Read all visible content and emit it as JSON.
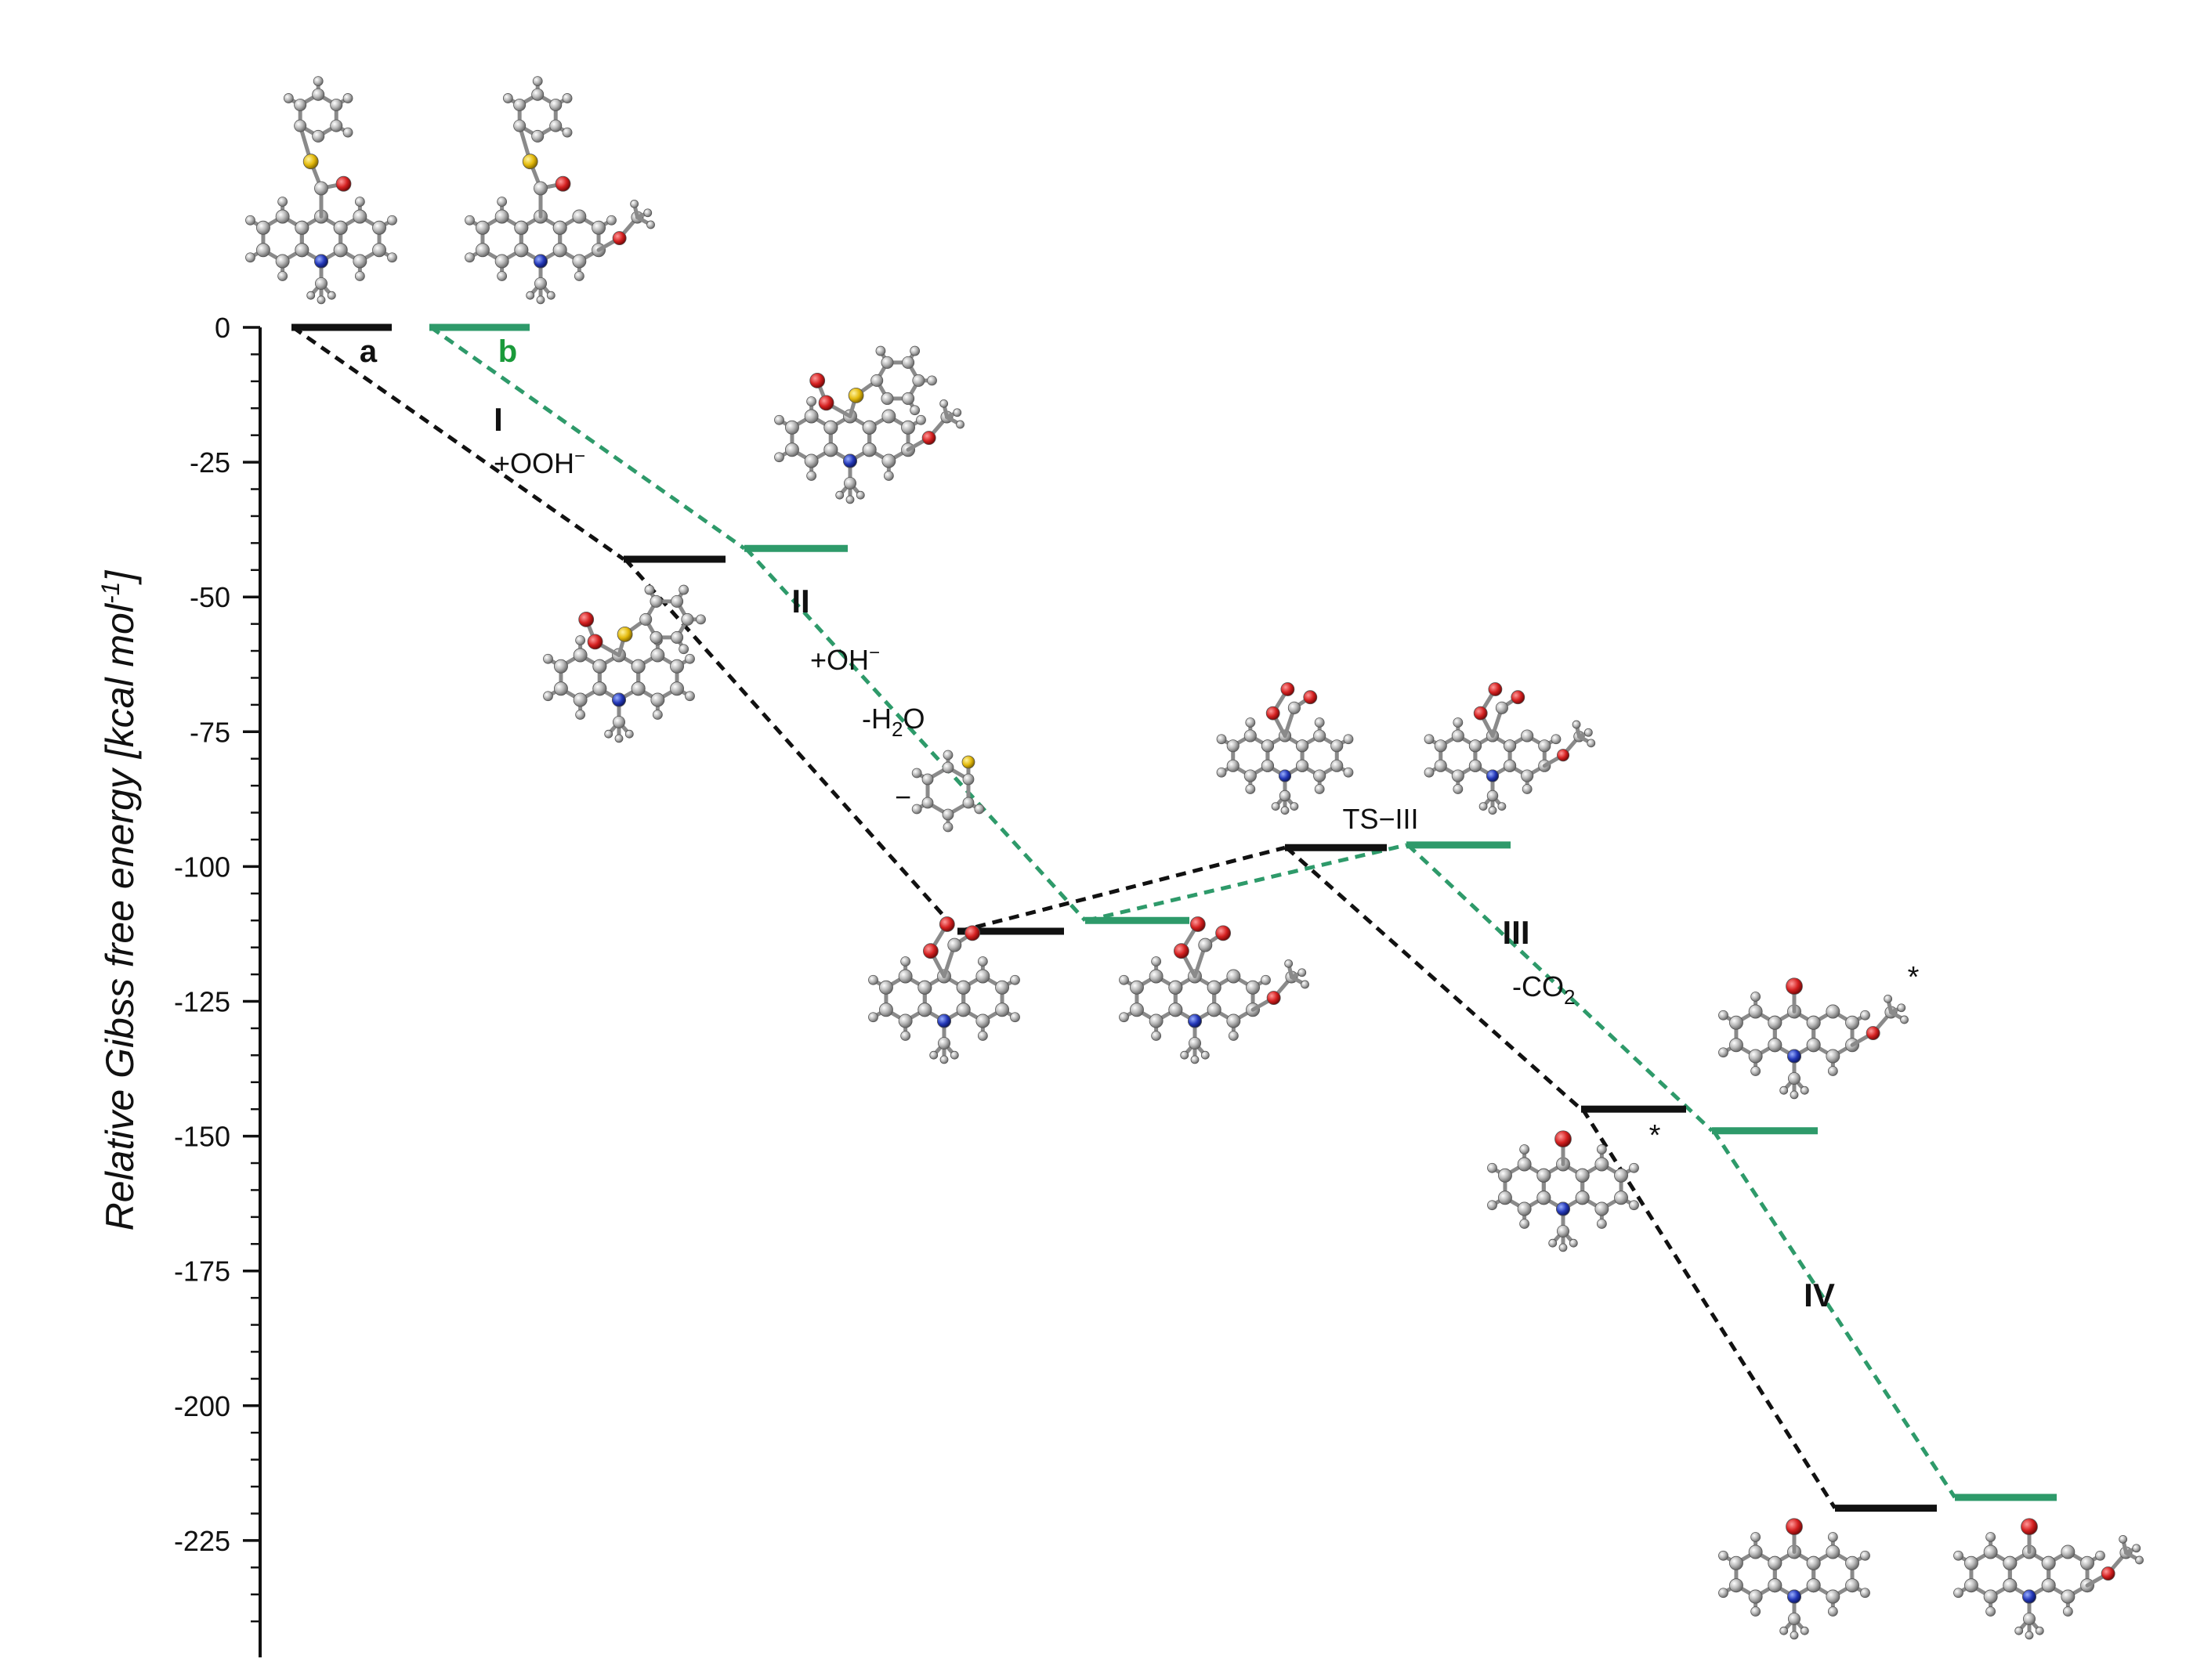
{
  "chart_data": {
    "type": "line",
    "subtype": "energy-level-diagram",
    "ylabel": "Relative Gibss free energy [kcal mol",
    "ylabel_sup": "-1",
    "ylabel_tail": "]",
    "ylim": [
      -240,
      0
    ],
    "yticks": [
      0,
      -25,
      -50,
      -75,
      -100,
      -125,
      -150,
      -175,
      -200,
      -225
    ],
    "grid": false,
    "series": [
      {
        "name": "a",
        "color": "#111111",
        "levels": [
          {
            "stage": 0,
            "energy": 0
          },
          {
            "stage": 1,
            "energy": -43
          },
          {
            "stage": 2,
            "energy": -112
          },
          {
            "stage": 3,
            "energy": -96.5
          },
          {
            "stage": 4,
            "energy": -145
          },
          {
            "stage": 5,
            "energy": -219
          }
        ]
      },
      {
        "name": "b",
        "color": "#2e9a6a",
        "levels": [
          {
            "stage": 0,
            "energy": 0
          },
          {
            "stage": 1,
            "energy": -41
          },
          {
            "stage": 2,
            "energy": -110
          },
          {
            "stage": 3,
            "energy": -96
          },
          {
            "stage": 4,
            "energy": -149
          },
          {
            "stage": 5,
            "energy": -217
          }
        ]
      }
    ],
    "annotations": {
      "step1": "I",
      "step1_reagent": "+OOH",
      "step1_reagent_sup": "−",
      "step2": "II",
      "step2_reagent": "+OH",
      "step2_reagent_sup": "−",
      "step2_loss_pre": "-H",
      "step2_loss_sub": "2",
      "step2_loss_post": "O",
      "step2_loss2": "−",
      "ts_label": "TS−III",
      "step3": "III",
      "step3_loss_pre": "-CO",
      "step3_loss_sub": "2",
      "step4": "IV",
      "star": "*"
    }
  }
}
